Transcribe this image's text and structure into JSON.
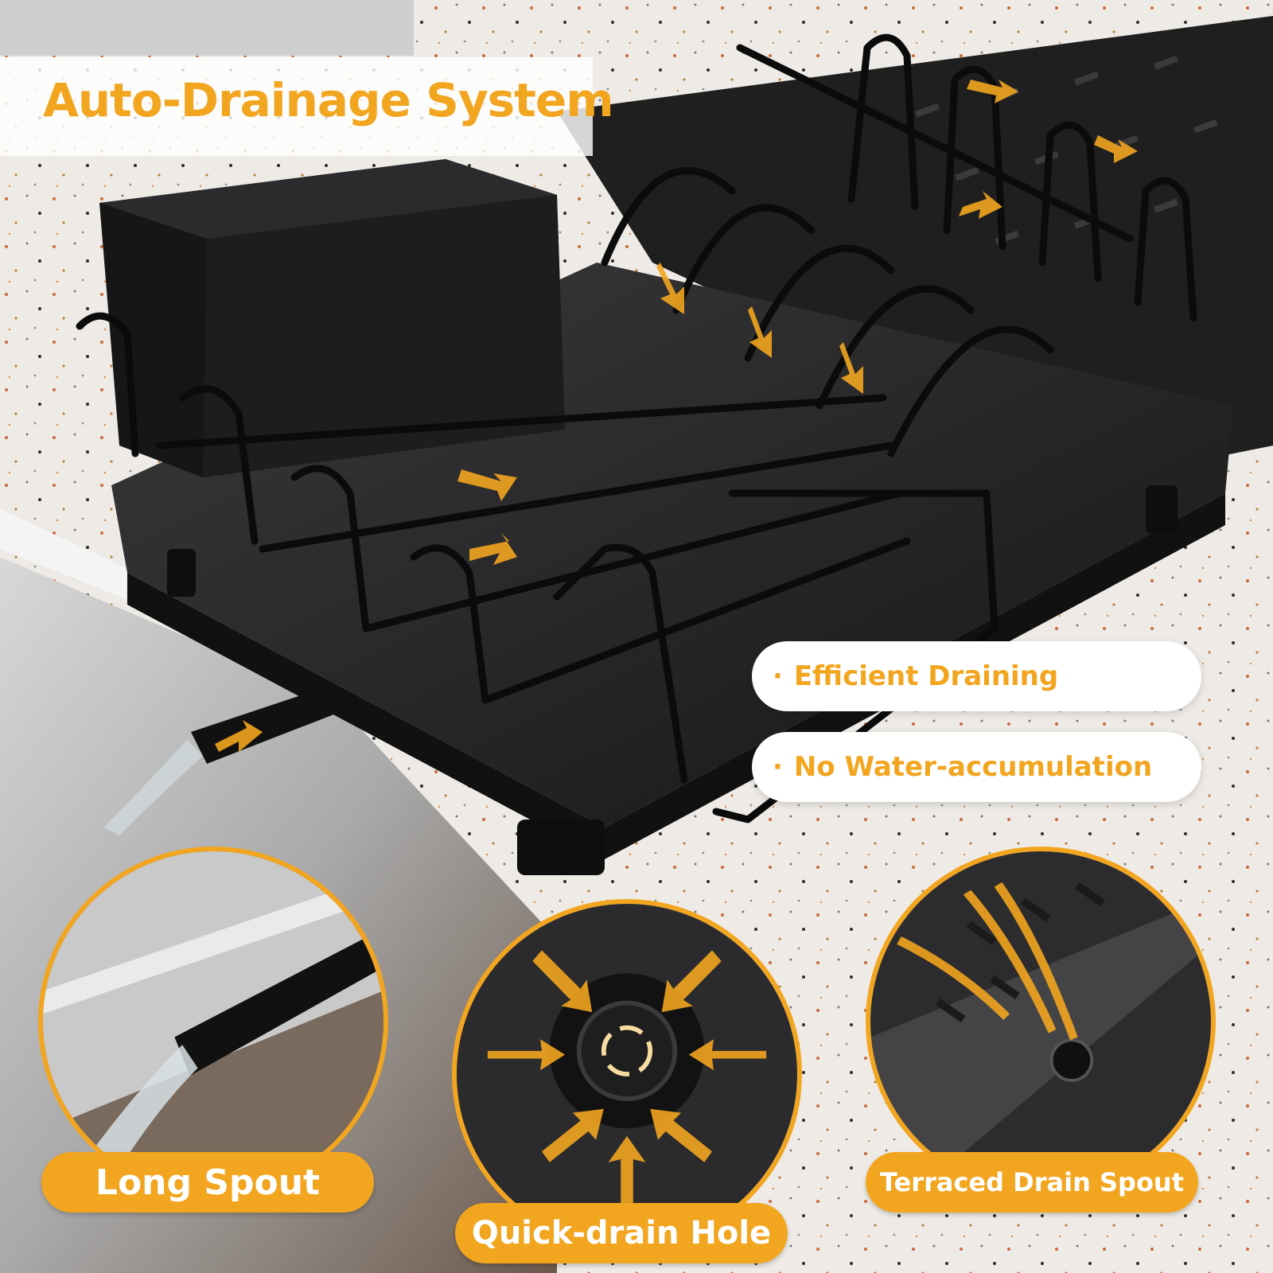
{
  "header": {
    "title": "Auto-Drainage System"
  },
  "features": [
    {
      "bullet": "·",
      "text": "Efficient Draining"
    },
    {
      "bullet": "·",
      "text": "No Water-accumulation"
    }
  ],
  "details": [
    {
      "label": "Long Spout",
      "icon": "water-spout-icon"
    },
    {
      "label": "Quick-drain Hole",
      "icon": "drain-hole-icon"
    },
    {
      "label": "Terraced Drain Spout",
      "icon": "terraced-tray-icon"
    }
  ],
  "colors": {
    "accent": "#f2a51f",
    "rack": "#1b1b1c",
    "tray": "#2a2a2c",
    "counter": "#eeebe7"
  }
}
